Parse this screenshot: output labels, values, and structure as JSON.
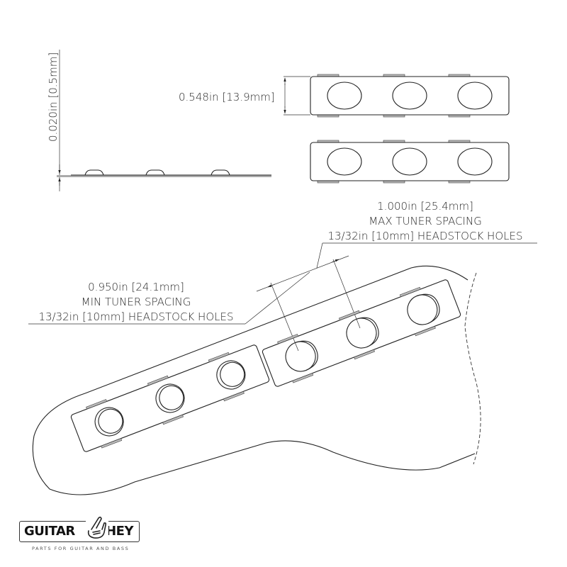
{
  "drawing": {
    "side_view": {
      "thickness_dimension": "0.020in [0.5mm]"
    },
    "top_view": {
      "width_dimension": "0.548in [13.9mm]",
      "plates": 2,
      "holes_per_plate": 3
    },
    "max_spacing_callout": {
      "dimension": "1.000in [25.4mm]",
      "line1": "MAX TUNER SPACING",
      "line2": "13/32in [10mm] HEADSTOCK HOLES"
    },
    "min_spacing_callout": {
      "dimension": "0.950in [24.1mm]",
      "line1": "MIN TUNER SPACING",
      "line2": "13/32in [10mm] HEADSTOCK HOLES"
    },
    "headstock_view": {
      "plates": 2,
      "tuners_per_plate": 3
    }
  },
  "logo": {
    "word_left": "GUITAR",
    "word_right": "HEY",
    "icon": "rock-hand-icon",
    "tagline": "PARTS FOR GUITAR AND BASS"
  }
}
